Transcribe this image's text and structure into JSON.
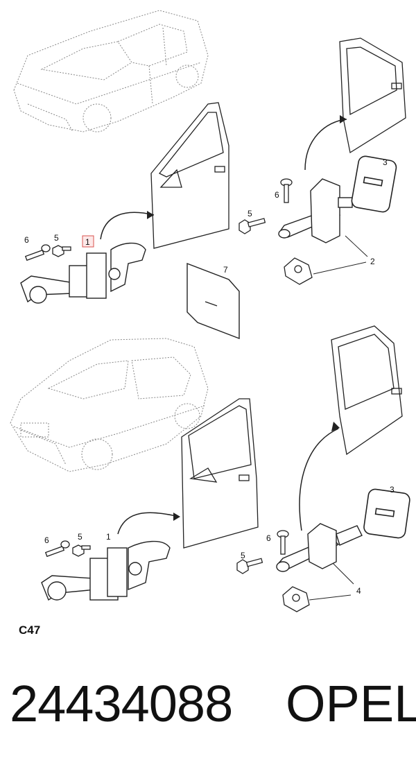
{
  "callouts": {
    "top": {
      "c1": "1",
      "c2": "2",
      "c3": "3",
      "c5a": "5",
      "c5b": "5",
      "c6a": "6",
      "c6b": "6",
      "c7": "7"
    },
    "bottom": {
      "c1": "1",
      "c3": "3",
      "c4": "4",
      "c5a": "5",
      "c5b": "5",
      "c6a": "6",
      "c6b": "6"
    }
  },
  "diagram_code": "C47",
  "part_number": "24434088",
  "brand": "OPEL",
  "colors": {
    "highlight": "#d9534f",
    "line": "#222222"
  }
}
